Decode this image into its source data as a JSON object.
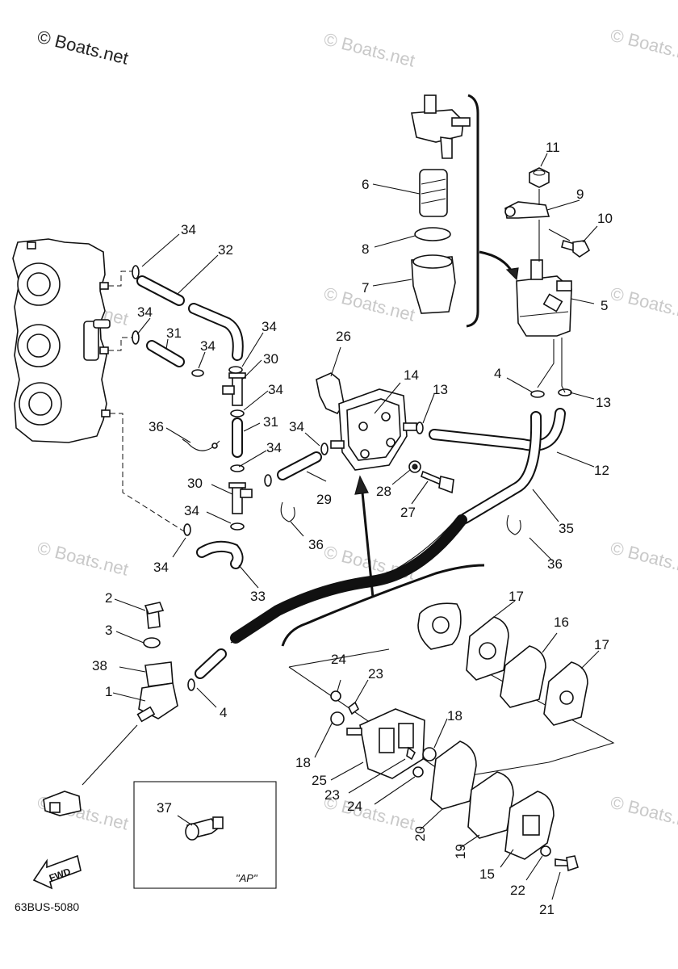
{
  "copyright": "© Boats.net",
  "watermark": "© Boats.net",
  "diagram_code": "63BUS-5080",
  "inset_label": "\"AP\"",
  "fwd_label": "FWD",
  "callouts": {
    "n1": "1",
    "n2": "2",
    "n3": "3",
    "n4a": "4",
    "n4b": "4",
    "n5": "5",
    "n6": "6",
    "n7": "7",
    "n8": "8",
    "n9": "9",
    "n10": "10",
    "n11": "11",
    "n12": "12",
    "n13a": "13",
    "n13b": "13",
    "n14": "14",
    "n15": "15",
    "n16": "16",
    "n17a": "17",
    "n17b": "17",
    "n18a": "18",
    "n18b": "18",
    "n19": "19",
    "n20": "20",
    "n21": "21",
    "n22": "22",
    "n23a": "23",
    "n23b": "23",
    "n24a": "24",
    "n24b": "24",
    "n25": "25",
    "n26": "26",
    "n27": "27",
    "n28": "28",
    "n29": "29",
    "n30a": "30",
    "n30b": "30",
    "n31a": "31",
    "n31b": "31",
    "n32": "32",
    "n33": "33",
    "n34a": "34",
    "n34b": "34",
    "n34c": "34",
    "n34d": "34",
    "n34e": "34",
    "n34f": "34",
    "n34g": "34",
    "n34h": "34",
    "n34i": "34",
    "n35": "35",
    "n36a": "36",
    "n36b": "36",
    "n36c": "36",
    "n37": "37",
    "n38": "38"
  }
}
